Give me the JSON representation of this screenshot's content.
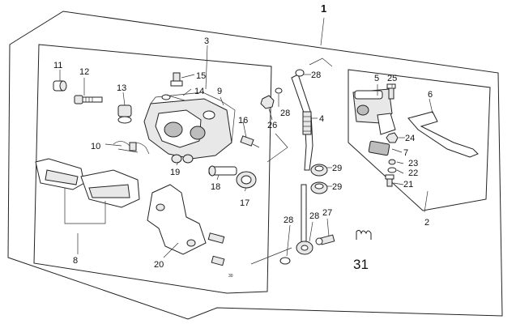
{
  "diagram": {
    "callouts": {
      "c1": "1",
      "c2": "2",
      "c3": "3",
      "c4": "4",
      "c5": "5",
      "c6": "6",
      "c7": "7",
      "c8": "8",
      "c9": "9",
      "c10": "10",
      "c11": "11",
      "c12": "12",
      "c13": "13",
      "c14": "14",
      "c15": "15",
      "c16": "16",
      "c17": "17",
      "c18": "18",
      "c19": "19",
      "c20": "20",
      "c21": "21",
      "c22": "22",
      "c23": "23",
      "c24": "24",
      "c25": "25",
      "c26": "26",
      "c27": "27",
      "c28a": "28",
      "c28b": "28",
      "c28c": "28",
      "c28d": "28",
      "c29a": "29",
      "c29b": "29",
      "c30": "30",
      "c31": "31"
    }
  }
}
